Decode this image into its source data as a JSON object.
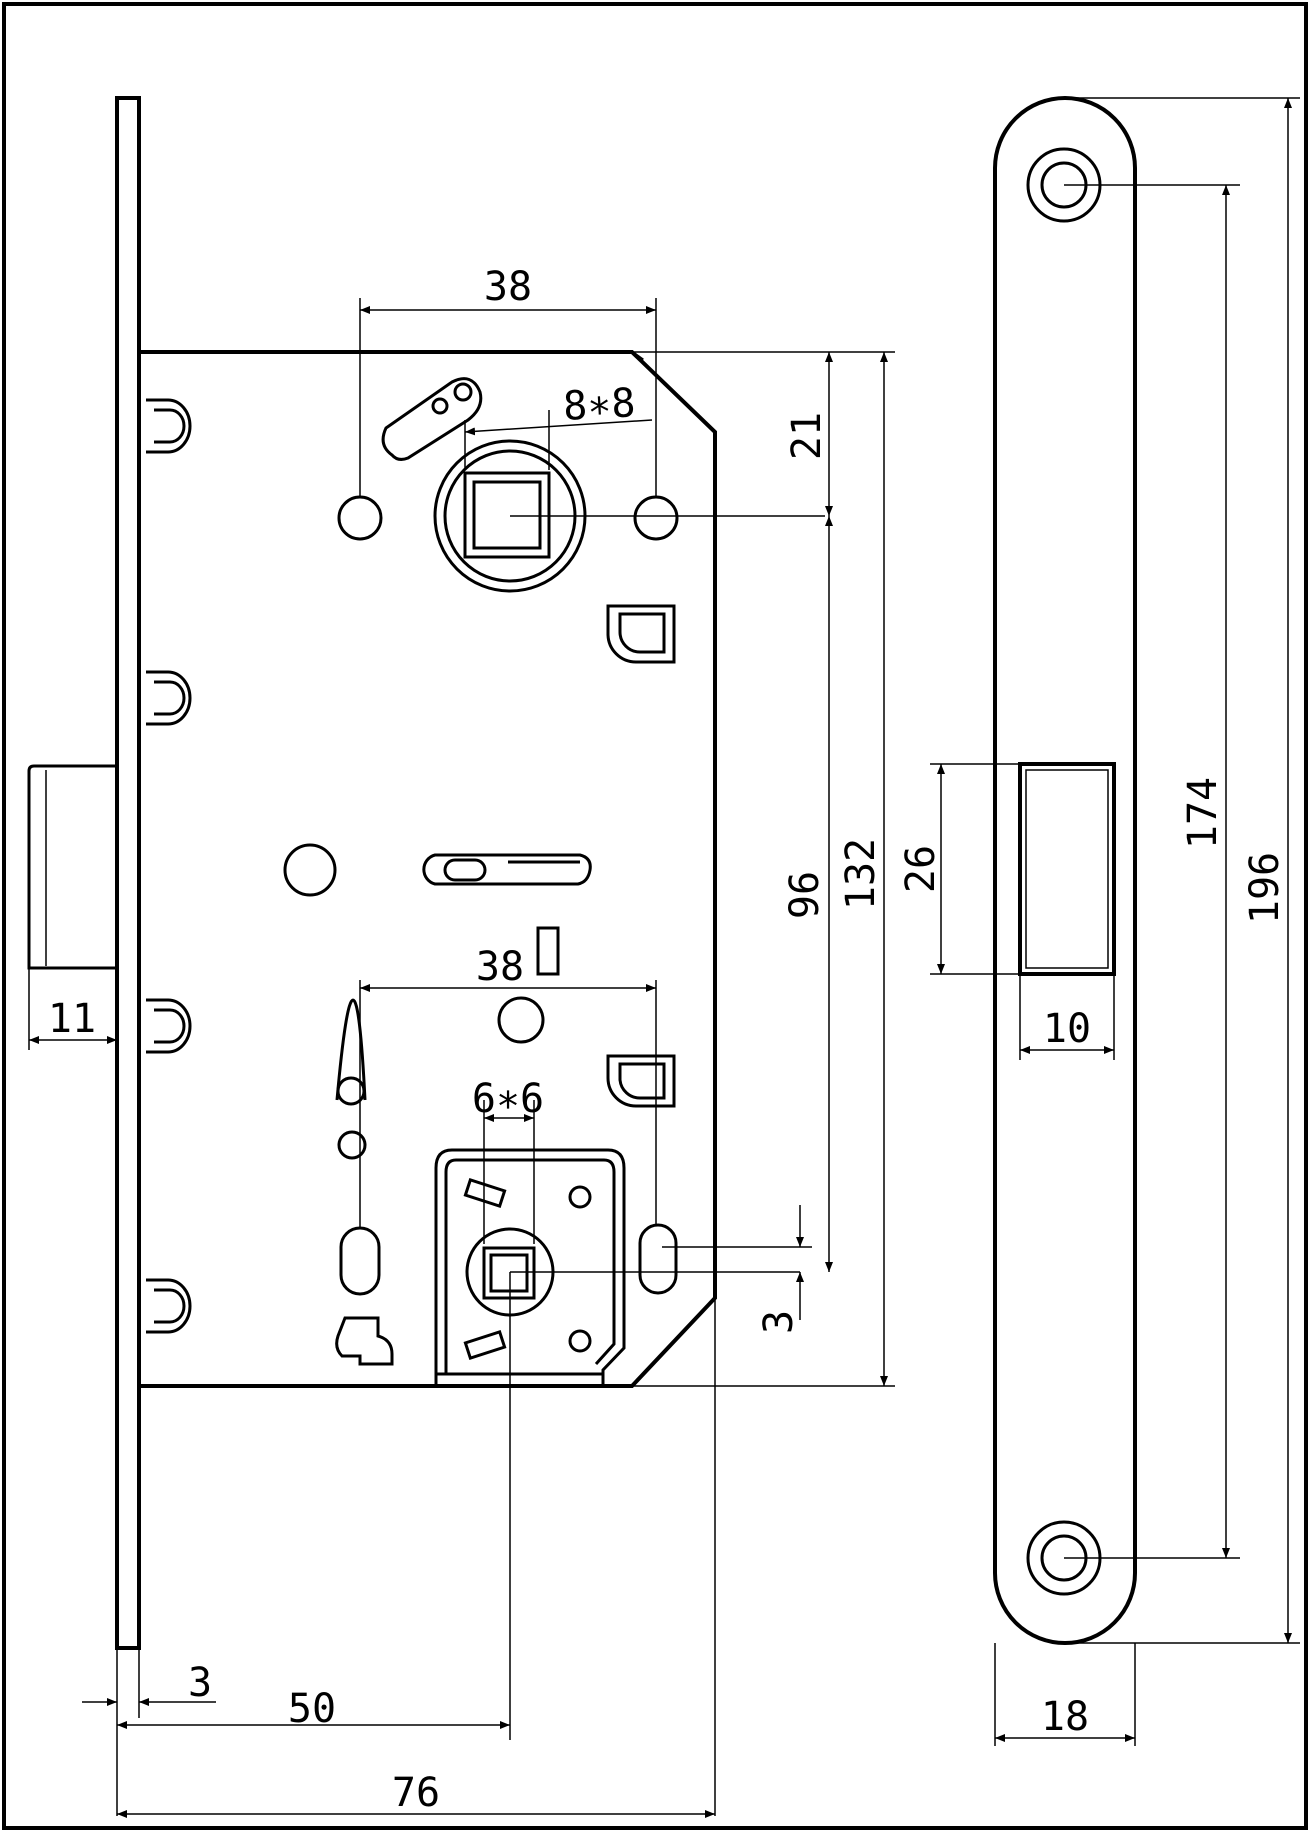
{
  "lock_body": {
    "backset_label": "50",
    "depth_label": "76",
    "faceplate_thickness_label": "3",
    "latch_projection_label": "11",
    "handle_spacing_top_label": "38",
    "handle_spacing_bottom_label": "38",
    "square_spindle_label": "8∗8",
    "thumbturn_spindle_label": "6∗6",
    "offset_top_label": "21",
    "center_distance_label": "96",
    "body_height_label": "132",
    "offset_bottom_label": "3"
  },
  "strike_plate": {
    "width_label": "18",
    "opening_width_label": "10",
    "opening_height_label": "26",
    "hole_spacing_label": "174",
    "length_label": "196"
  }
}
